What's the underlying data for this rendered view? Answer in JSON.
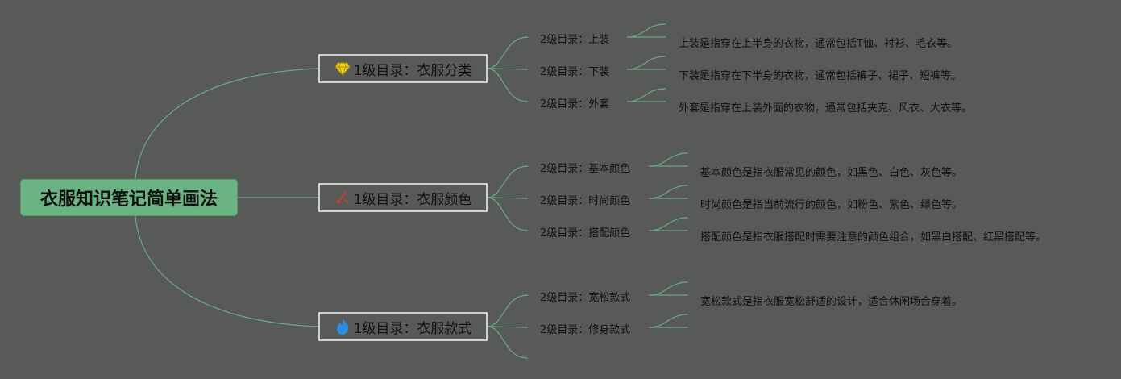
{
  "root": {
    "title": "衣服知识笔记简单画法"
  },
  "level1": [
    {
      "label": "1级目录：衣服分类",
      "icon": "diamond-icon",
      "icon_color": "#f2d32a",
      "children": [
        {
          "label": "2级目录：上装",
          "desc": "上装是指穿在上半身的衣物，通常包括T恤、衬衫、毛衣等。"
        },
        {
          "label": "2级目录：下装",
          "desc": "下装是指穿在下半身的衣物，通常包括裤子、裙子、短裤等。"
        },
        {
          "label": "2级目录：外套",
          "desc": "外套是指穿在上装外面的衣物，通常包括夹克、风衣、大衣等。"
        }
      ]
    },
    {
      "label": "1级目录：衣服颜色",
      "icon": "brush-icon",
      "icon_color": "#c8402e",
      "children": [
        {
          "label": "2级目录：基本颜色",
          "desc": "基本颜色是指衣服常见的颜色，如黑色、白色、灰色等。"
        },
        {
          "label": "2级目录：时尚颜色",
          "desc": "时尚颜色是指当前流行的颜色，如粉色、紫色、绿色等。"
        },
        {
          "label": "2级目录：搭配颜色",
          "desc": "搭配颜色是指衣服搭配时需要注意的颜色组合，如黑白搭配、红黑搭配等。"
        }
      ]
    },
    {
      "label": "1级目录：衣服款式",
      "icon": "flame-icon",
      "icon_color": "#2a8fe0",
      "children": [
        {
          "label": "2级目录：宽松款式",
          "desc": "宽松款式是指衣服宽松舒适的设计，适合休闲场合穿着。"
        },
        {
          "label": "2级目录：修身款式",
          "desc": ""
        }
      ]
    }
  ],
  "colors": {
    "background": "#585a57",
    "root_fill": "#6bb382",
    "branch_line": "#6aa88d",
    "node_border": "#cfcfcf"
  }
}
